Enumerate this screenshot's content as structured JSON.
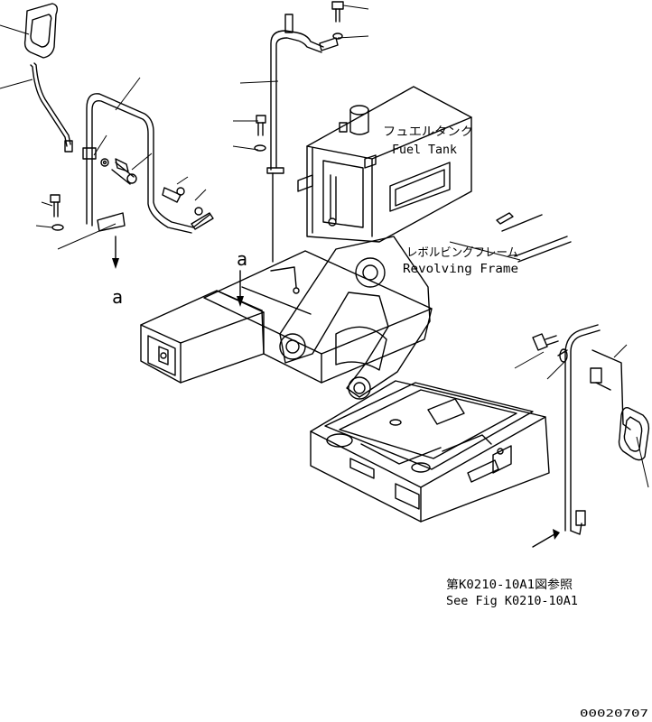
{
  "labels": {
    "fuel_tank_jp": "フュエルタンク",
    "fuel_tank_en": "Fuel Tank",
    "revolving_frame_jp": "レボルビングフレーム",
    "revolving_frame_en": "Revolving Frame",
    "ref_a_top": "a",
    "ref_a_left": "a",
    "see_fig_jp": "第K0210-10A1図参照",
    "see_fig_en": "See Fig K0210-10A1",
    "drawing_number": "00020707"
  },
  "colors": {
    "line": "#000000",
    "background": "#ffffff"
  }
}
